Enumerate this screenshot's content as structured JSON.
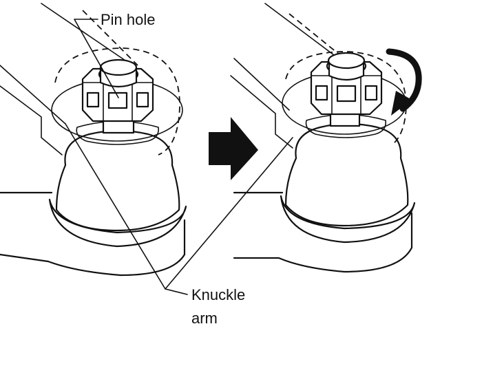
{
  "labels": {
    "pin_hole": "Pin hole",
    "knuckle_arm_line1": "Knuckle",
    "knuckle_arm_line2": "arm"
  },
  "colors": {
    "ink": "#111111",
    "background": "#ffffff"
  },
  "icons": {
    "transition": "right-arrow-icon",
    "rotation": "curved-arrow-icon"
  }
}
